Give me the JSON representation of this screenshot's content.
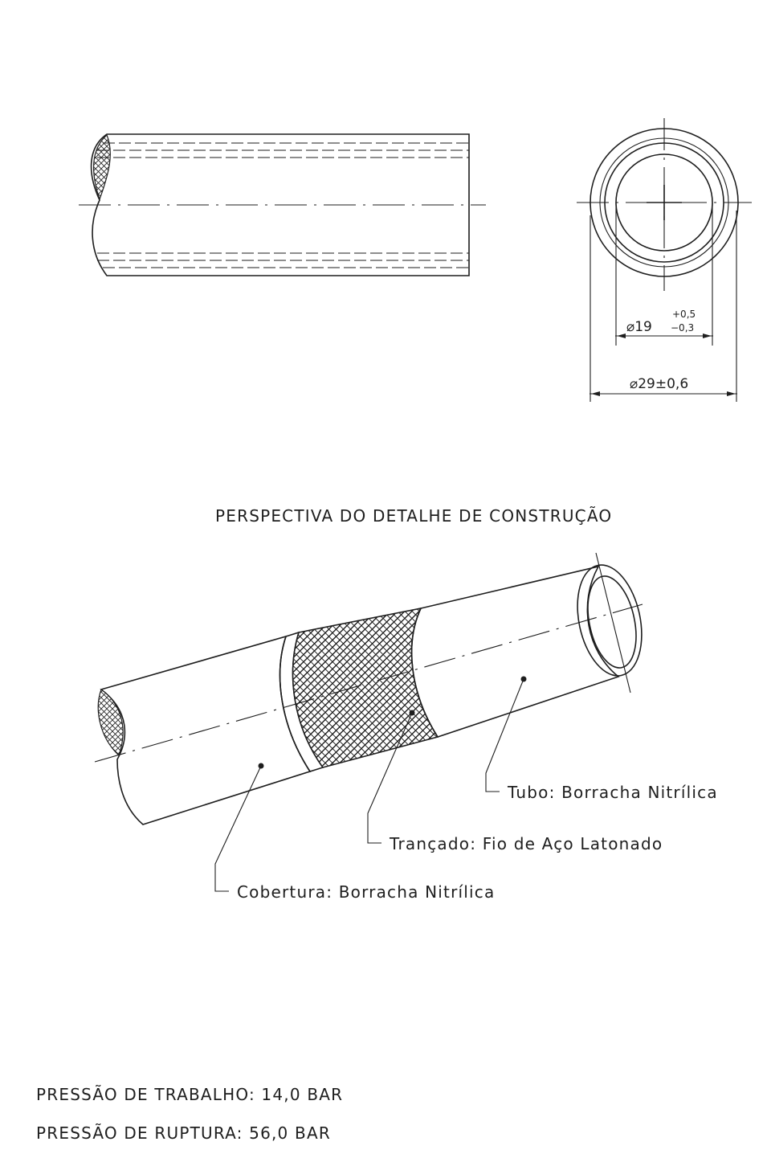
{
  "section_title": "PERSPECTIVA DO DETALHE DE CONSTRUÇÃO",
  "dimensions": {
    "inner_diameter": "⌀19",
    "inner_tol_plus": "+0,5",
    "inner_tol_minus": "−0,3",
    "outer_diameter": "⌀29±0,6"
  },
  "callouts": {
    "tubo": "Tubo:  Borracha  Nitrílica",
    "trancado": "Trançado:  Fio  de  Aço  Latonado",
    "cobertura": "Cobertura:  Borracha  Nitrílica"
  },
  "specs": {
    "working_pressure": "PRESSÃO  DE  TRABALHO:  14,0  BAR",
    "burst_pressure": "PRESSÃO  DE  RUPTURA:  56,0  BAR"
  }
}
